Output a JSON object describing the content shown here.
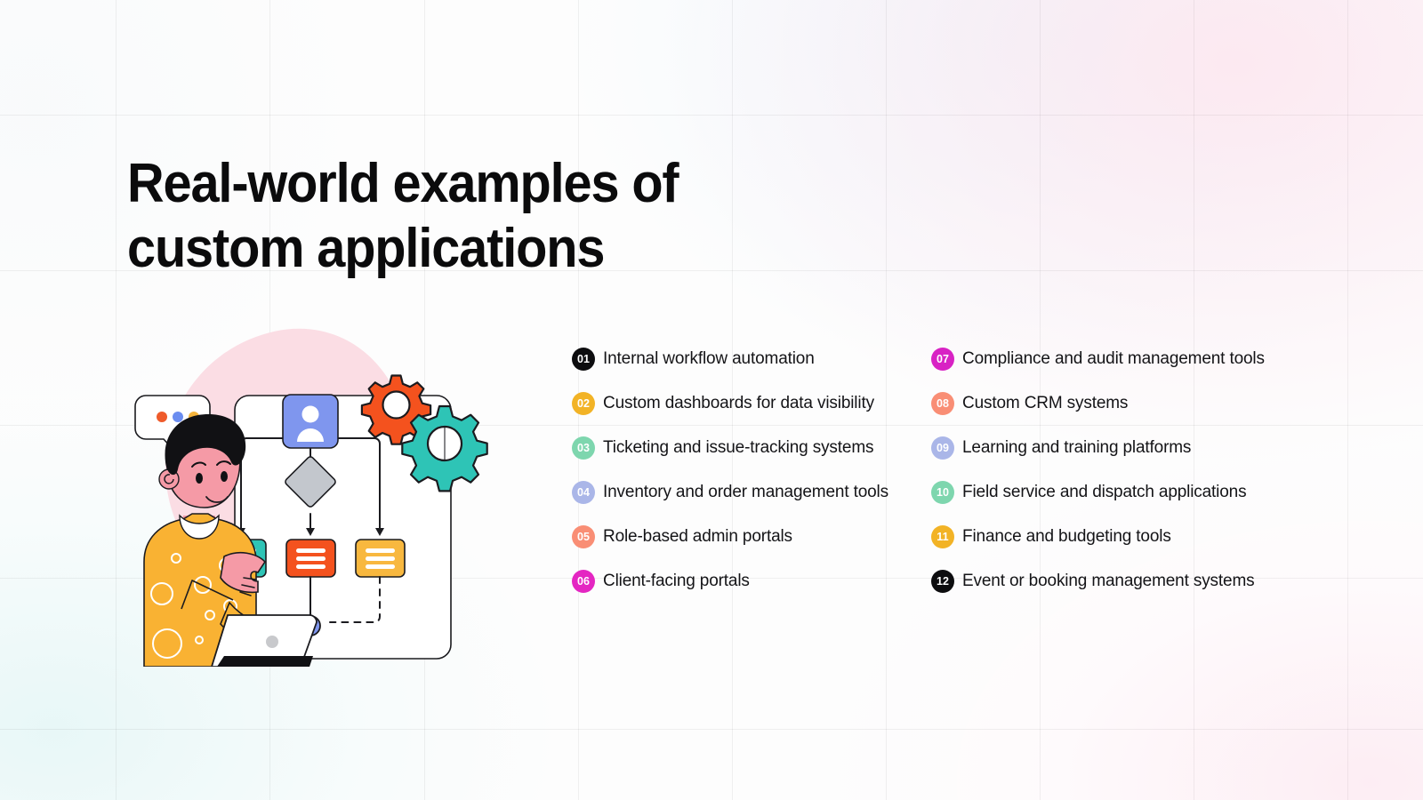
{
  "page": {
    "title_line1": "Real-world examples of",
    "title_line2": "custom applications",
    "background": "#fdfdfd",
    "grid_color": "#eeeeee"
  },
  "list": {
    "left_column": [
      {
        "number": "01",
        "label": "Internal workflow automation",
        "color": "#0d0d0f"
      },
      {
        "number": "02",
        "label": "Custom dashboards for data visibility",
        "color": "#f2b326"
      },
      {
        "number": "03",
        "label": "Ticketing and issue-tracking systems",
        "color": "#7ed6ae"
      },
      {
        "number": "04",
        "label": "Inventory and order management tools",
        "color": "#aab6e8"
      },
      {
        "number": "05",
        "label": "Role-based admin portals",
        "color": "#f98e75"
      },
      {
        "number": "06",
        "label": "Client-facing portals",
        "color": "#e426c2"
      }
    ],
    "right_column": [
      {
        "number": "07",
        "label": "Compliance and audit management tools",
        "color": "#d822c4"
      },
      {
        "number": "08",
        "label": "Custom CRM systems",
        "color": "#f98e75"
      },
      {
        "number": "09",
        "label": "Learning and training platforms",
        "color": "#aab6e8"
      },
      {
        "number": "10",
        "label": "Field service and dispatch applications",
        "color": "#7ed6ae"
      },
      {
        "number": "11",
        "label": "Finance and budgeting tools",
        "color": "#f2b326"
      },
      {
        "number": "12",
        "label": "Event or booking management systems",
        "color": "#0d0d0f"
      }
    ]
  },
  "illustration": {
    "name": "person-with-workflow-diagram",
    "blob_color": "#fbdde4",
    "speech_bubble_dots": [
      "#ef5b2b",
      "#6b8df0",
      "#f5b43c"
    ],
    "sweater_color": "#f9b233",
    "skin_color": "#f59aa6",
    "hair_color": "#111114",
    "gear_orange": "#f4521e",
    "gear_teal": "#2ec4b6",
    "card_avatar_color": "#7f96ee",
    "card_diamond_color": "#c3c7cd",
    "card_teal": "#2ec4b6",
    "card_orange": "#f4521e",
    "card_yellow": "#f8b83f",
    "node_blue": "#7f96ee",
    "laptop_color": "#ffffff"
  }
}
